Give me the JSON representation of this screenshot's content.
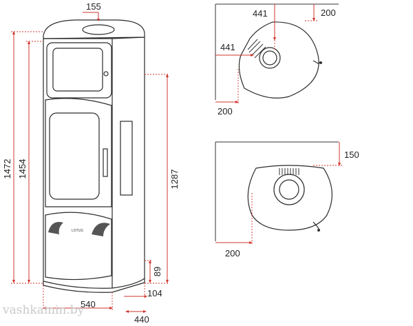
{
  "dimensions": {
    "front_top_offset": "155",
    "total_height": "1472",
    "body_height": "1454",
    "flue_height": "1287",
    "inlet_height": "89",
    "depth_104": "104",
    "width_540": "540",
    "depth_440": "440",
    "corner_rear_441": "441",
    "corner_side_441": "441",
    "corner_top_clearance": "200",
    "corner_side_clearance": "200",
    "wall_rear_clearance": "150",
    "wall_side_clearance": "200"
  },
  "badge_text": "LOTUS",
  "watermark": "vashkamin.by"
}
